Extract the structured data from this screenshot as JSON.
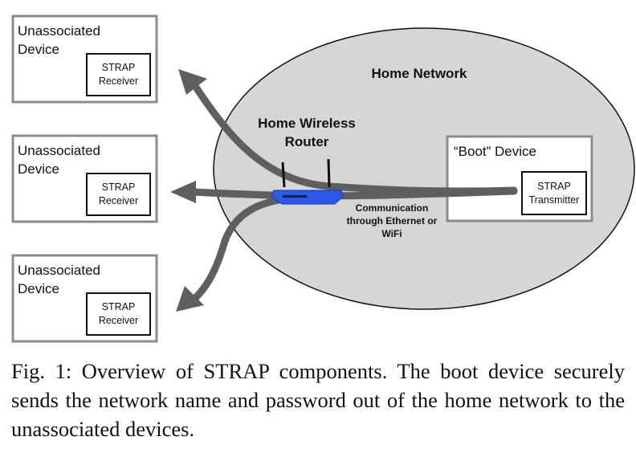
{
  "diagram": {
    "home_network_label": "Home Network",
    "router_label": [
      "Home Wireless",
      "Router"
    ],
    "comm_label": [
      "Communication",
      "through Ethernet or",
      "WiFi"
    ],
    "boot_device": {
      "title": "“Boot” Device",
      "component": [
        "STRAP",
        "Transmitter"
      ]
    },
    "unassociated_devices": [
      {
        "title": [
          "Unassociated",
          "Device"
        ],
        "component": [
          "STRAP",
          "Receiver"
        ]
      },
      {
        "title": [
          "Unassociated",
          "Device"
        ],
        "component": [
          "STRAP",
          "Receiver"
        ]
      },
      {
        "title": [
          "Unassociated",
          "Device"
        ],
        "component": [
          "STRAP",
          "Receiver"
        ]
      }
    ],
    "colors": {
      "box_border": "#8c8c8c",
      "ellipse_fill": "#d6d6d6",
      "arrow": "#5f5f5f",
      "router": "#2b58e8"
    }
  },
  "caption": "Fig. 1: Overview of STRAP components. The boot device securely sends the network name and password out of the home network to the unassociated devices."
}
